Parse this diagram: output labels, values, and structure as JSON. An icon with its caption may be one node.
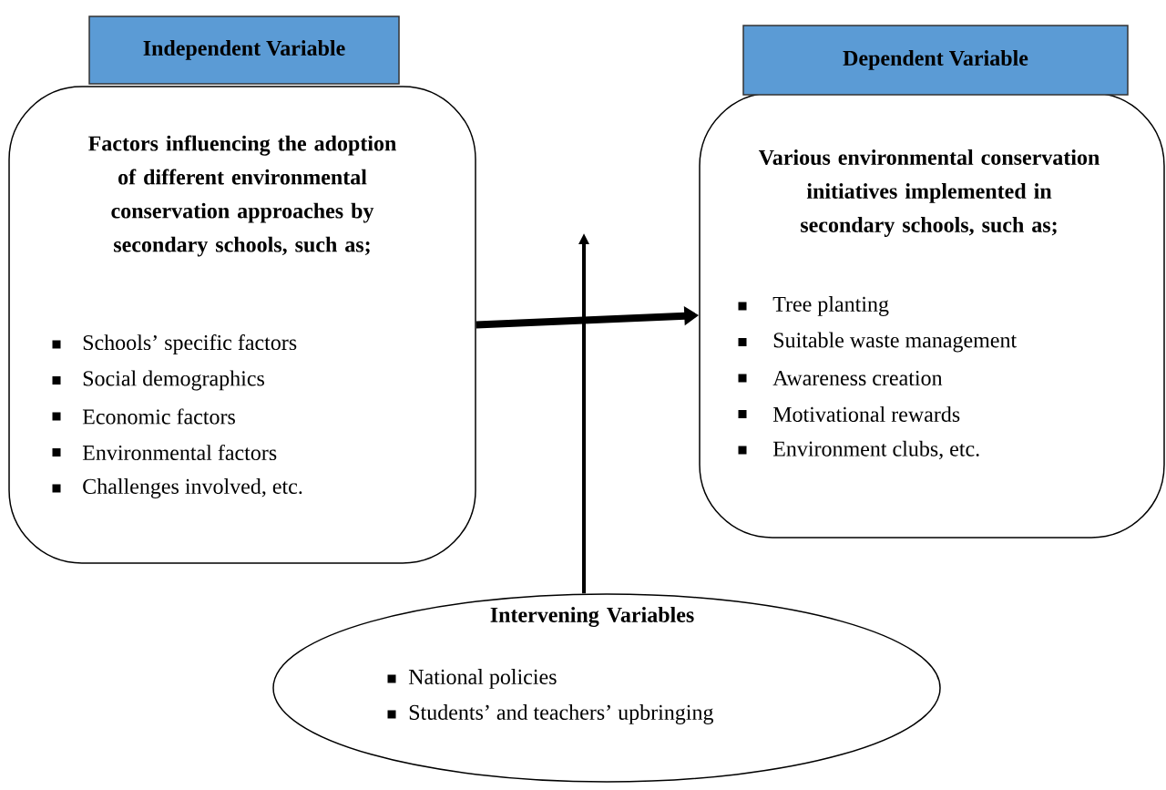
{
  "diagram": {
    "nodes": [
      {
        "text": [
          "Independent Variable"
        ]
      },
      {
        "text": [
          "Factors influencing the adoption of different environmental conservation approaches by secondary schools, such as;",
          "Schools’ specific factors",
          "Social demographics",
          "Economic factors",
          "Environmental factors",
          "Challenges involved, etc."
        ]
      },
      {
        "text": [
          "Dependent Variable"
        ]
      },
      {
        "text": [
          "Various environmental conservation initiatives implemented in secondary schools, such as;",
          "Tree planting",
          "Suitable waste management",
          "Awareness creation",
          "Motivational rewards",
          "Environment clubs, etc."
        ]
      },
      {
        "text": [
          "Intervening Variables",
          "National policies",
          "Students’ and teachers’ upbringing"
        ]
      }
    ],
    "edges": [
      {
        "from": 1,
        "to": 3,
        "arrow": "to",
        "style": "thick"
      },
      {
        "from": 4,
        "to": null,
        "arrow": "to"
      }
    ]
  }
}
